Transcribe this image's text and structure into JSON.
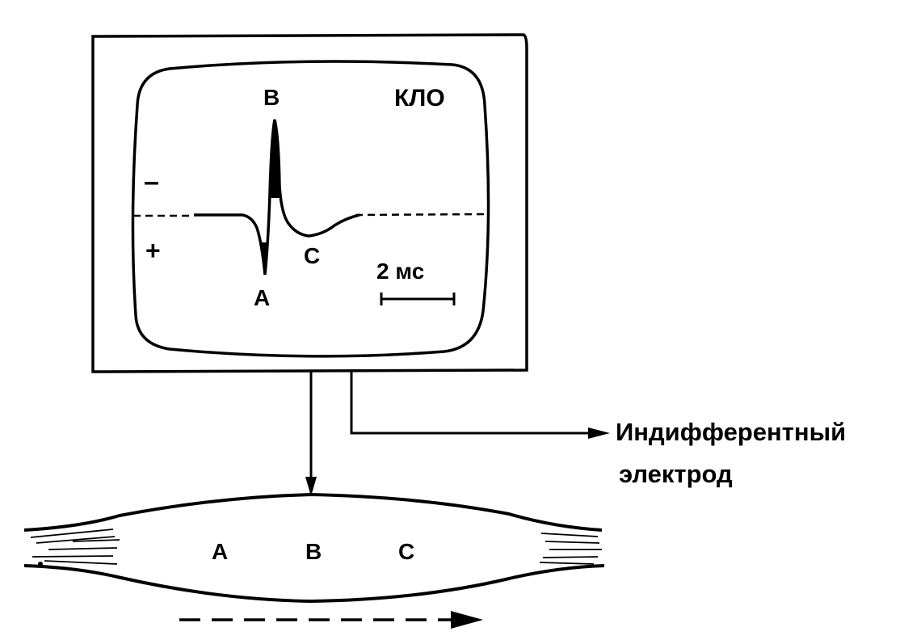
{
  "oscilloscope": {
    "device_label": "КЛО",
    "polarity_minus": "–",
    "polarity_plus": "+",
    "scale_bar_label": "2 мс",
    "waveform_points": {
      "a": "A",
      "b": "B",
      "c": "C"
    }
  },
  "electrode": {
    "label_line1": "Индифферентный",
    "label_line2": "электрод"
  },
  "muscle": {
    "points": [
      "A",
      "B",
      "C"
    ]
  },
  "colors": {
    "ink": "#000000",
    "background": "#ffffff"
  }
}
